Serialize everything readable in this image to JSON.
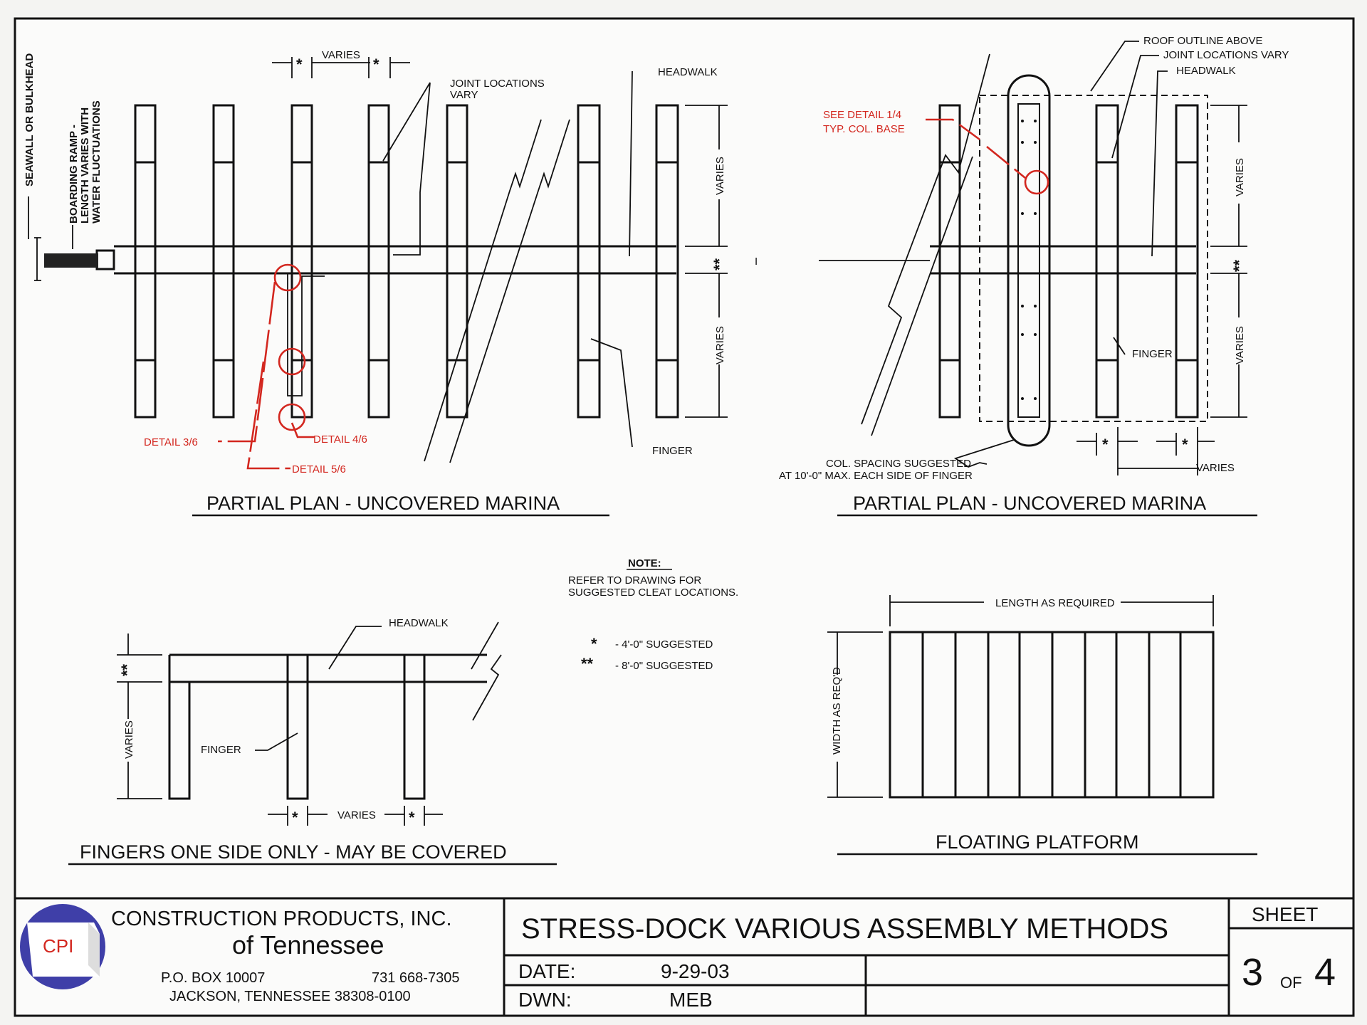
{
  "plan_left": {
    "title": "PARTIAL PLAN - UNCOVERED MARINA",
    "seawall": "SEAWALL OR BULKHEAD",
    "ramp_1": "BOARDING RAMP -",
    "ramp_2": "LENGTH VARIES WITH",
    "ramp_3": "WATER FLUCTUATIONS",
    "varies_top": "VARIES",
    "joint_1": "JOINT LOCATIONS",
    "joint_2": "VARY",
    "headwalk": "HEADWALK",
    "varies_r1": "VARIES",
    "varies_r2": "VARIES",
    "finger": "FINGER",
    "detail_36": "DETAIL 3/6",
    "detail_46": "DETAIL 4/6",
    "detail_56": "DETAIL 5/6",
    "marker": "I"
  },
  "plan_right": {
    "title": "PARTIAL PLAN - UNCOVERED MARINA",
    "roof": "ROOF OUTLINE ABOVE",
    "joint": "JOINT LOCATIONS VARY",
    "headwalk": "HEADWALK",
    "see_detail_1": "SEE DETAIL 1/4",
    "see_detail_2": "TYP. COL. BASE",
    "varies_r1": "VARIES",
    "varies_r2": "VARIES",
    "finger": "FINGER",
    "col_1": "COL. SPACING SUGGESTED",
    "col_2": "AT 10'-0\" MAX. EACH SIDE OF FINGER",
    "varies_bottom": "VARIES"
  },
  "note": {
    "heading": "NOTE:",
    "line1": "REFER TO DRAWING FOR",
    "line2": "SUGGESTED CLEAT LOCATIONS.",
    "single_sym": "*",
    "single": "-  4'-0\" SUGGESTED",
    "double_sym": "**",
    "double": "-  8'-0\" SUGGESTED"
  },
  "fingers": {
    "title": "FINGERS ONE SIDE ONLY - MAY BE COVERED",
    "headwalk": "HEADWALK",
    "finger": "FINGER",
    "varies_left": "VARIES",
    "varies_bottom": "VARIES"
  },
  "platform": {
    "title": "FLOATING PLATFORM",
    "length": "LENGTH AS REQUIRED",
    "width": "WIDTH AS REQ'D"
  },
  "title_block": {
    "logo": "CPI",
    "company_1": "CONSTRUCTION PRODUCTS, INC.",
    "company_2": "of Tennessee",
    "po_box": "P.O. BOX 10007",
    "phone": "731 668-7305",
    "address": "JACKSON, TENNESSEE  38308-0100",
    "drawing_title": "STRESS-DOCK VARIOUS ASSEMBLY METHODS",
    "date_label": "DATE:",
    "date_value": "9-29-03",
    "dwn_label": "DWN:",
    "dwn_value": "MEB",
    "sheet_label": "SHEET",
    "sheet_num": "3",
    "sheet_of": "OF",
    "sheet_total": "4"
  },
  "colors": {
    "ink": "#111111",
    "red": "#d3271f",
    "logo_blue": "#3f3fa8",
    "logo_red": "#c0392b",
    "paper": "#f4f4f2"
  }
}
